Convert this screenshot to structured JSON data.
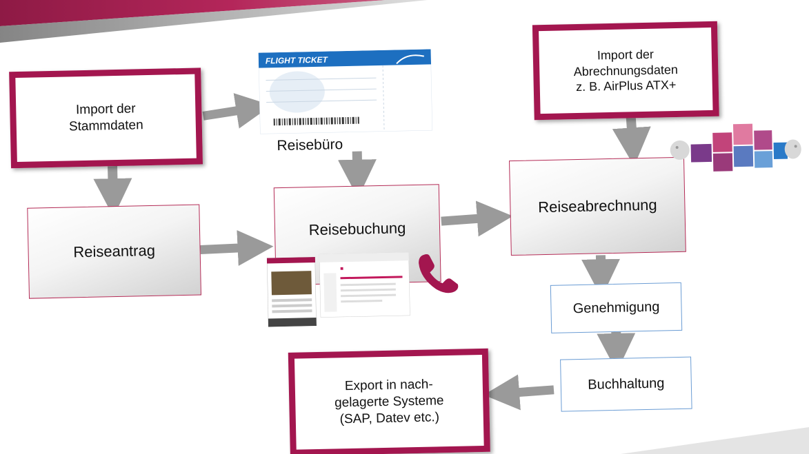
{
  "boxes": {
    "import_stammdaten": "Import der\nStammdaten",
    "reiseantrag": "Reiseantrag",
    "reisebuchung": "Reisebuchung",
    "import_abrechnungsdaten": "Import der\nAbrechnungsdaten\nz. B. AirPlus ATX+",
    "reiseabrechnung": "Reiseabrechnung",
    "genehmigung": "Genehmigung",
    "buchhaltung": "Buchhaltung",
    "export": "Export in nach-\ngelagerte Systeme\n(SAP, Datev etc.)"
  },
  "labels": {
    "reisebuero": "Reisebüro",
    "ticket_title": "FLIGHT TICKET"
  },
  "colors": {
    "accent": "#a3164f",
    "arrow": "#9a9a9a",
    "blue_border": "#6a9cd4",
    "phone": "#a3164f"
  },
  "icons": [
    "flight-ticket-image",
    "phone-icon",
    "puzzle-image",
    "booking-screenshots"
  ]
}
